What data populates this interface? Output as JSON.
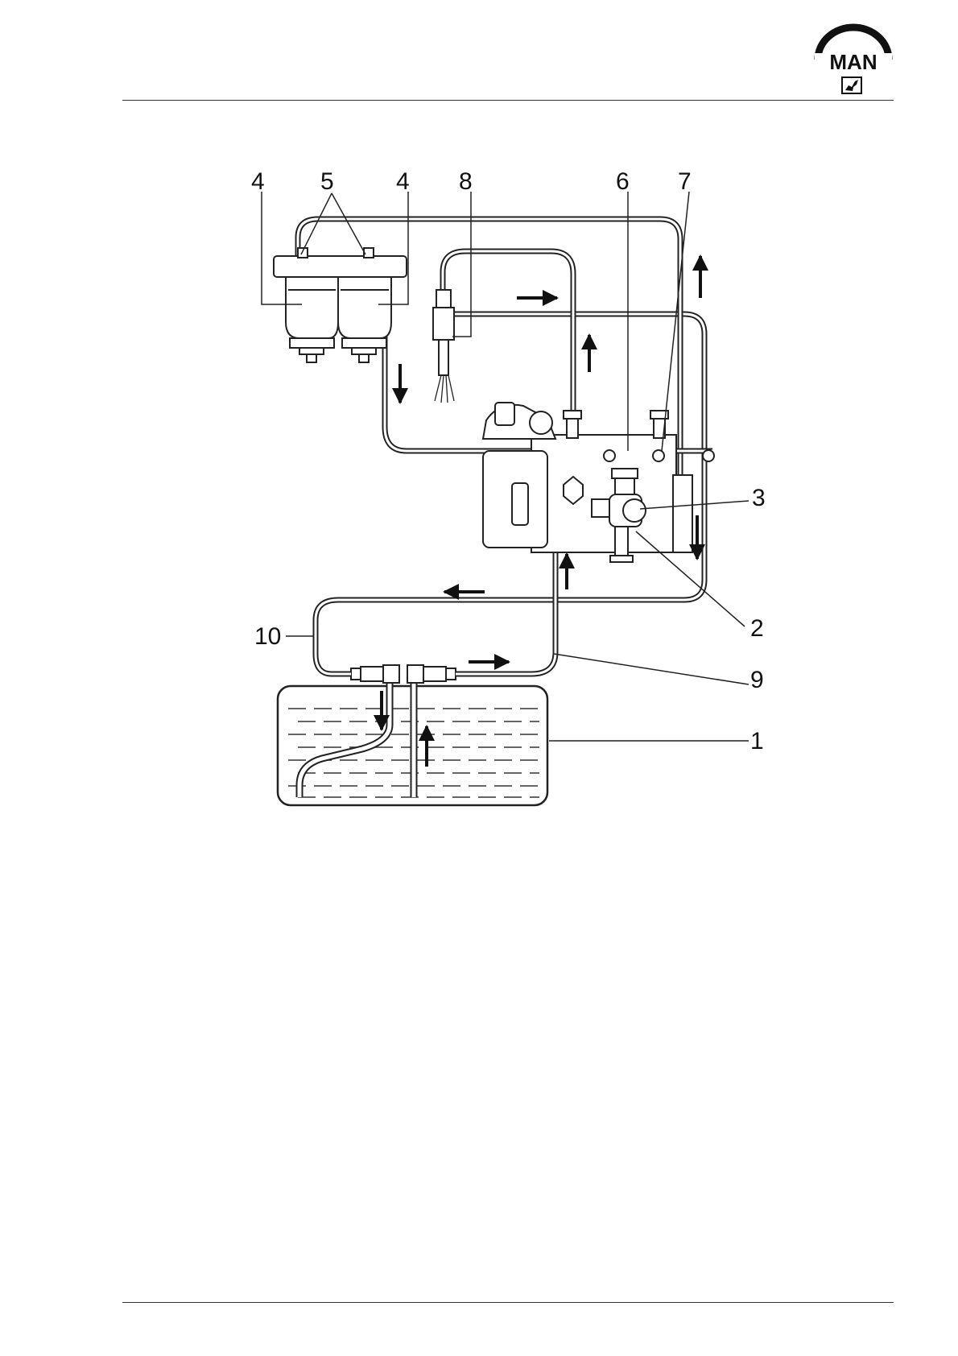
{
  "header": {
    "logo_text": "MAN",
    "badge_icon": "lion-emblem-icon"
  },
  "diagram": {
    "callouts": {
      "c1": "1",
      "c2": "2",
      "c3": "3",
      "c4a": "4",
      "c4b": "4",
      "c5": "5",
      "c6": "6",
      "c7": "7",
      "c8": "8",
      "c9": "9",
      "c10": "10"
    },
    "colors": {
      "line": "#222222",
      "fluid": "#333333",
      "background": "#ffffff"
    }
  }
}
